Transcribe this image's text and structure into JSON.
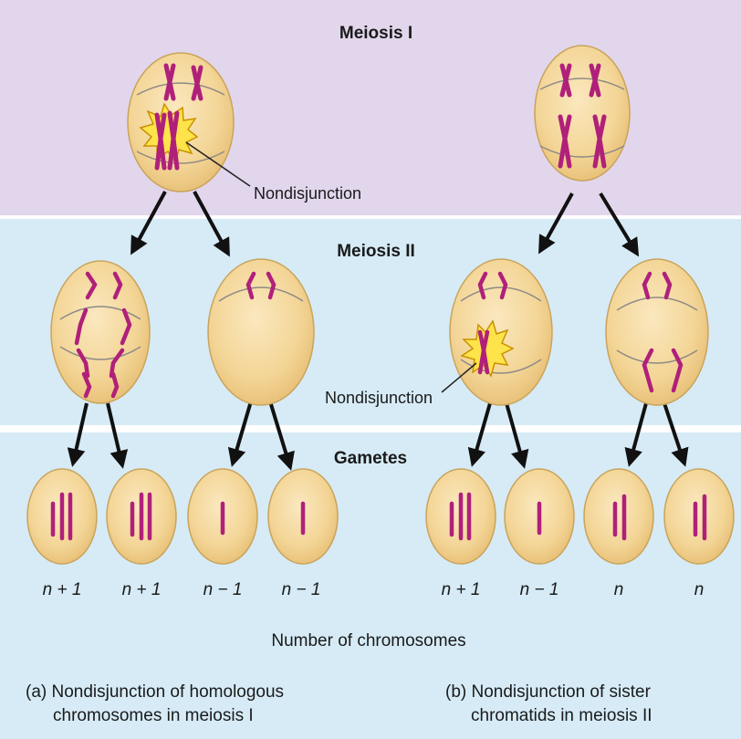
{
  "stages": {
    "meiosis1": "Meiosis I",
    "meiosis2": "Meiosis II",
    "gametes": "Gametes"
  },
  "annotations": {
    "nondisjunction_a": "Nondisjunction",
    "nondisjunction_b": "Nondisjunction"
  },
  "gametes": {
    "a": [
      "n + 1",
      "n + 1",
      "n − 1",
      "n − 1"
    ],
    "b": [
      "n + 1",
      "n − 1",
      "n",
      "n"
    ]
  },
  "axis_caption": "Number of chromosomes",
  "captions": {
    "a_line1": "(a) Nondisjunction of homologous",
    "a_line2": "chromosomes in meiosis I",
    "b_line1": "(b) Nondisjunction of sister",
    "b_line2": "chromatids in meiosis II"
  },
  "colors": {
    "band_meiosis1": "#e2d6ec",
    "band_meiosis2": "#d6ebf6",
    "band_gametes": "#d6ebf6",
    "cell_fill": "#f5d89a",
    "cell_stroke": "#c9a45c",
    "chromosome": "#b0207a",
    "burst": "#ffe34a"
  }
}
